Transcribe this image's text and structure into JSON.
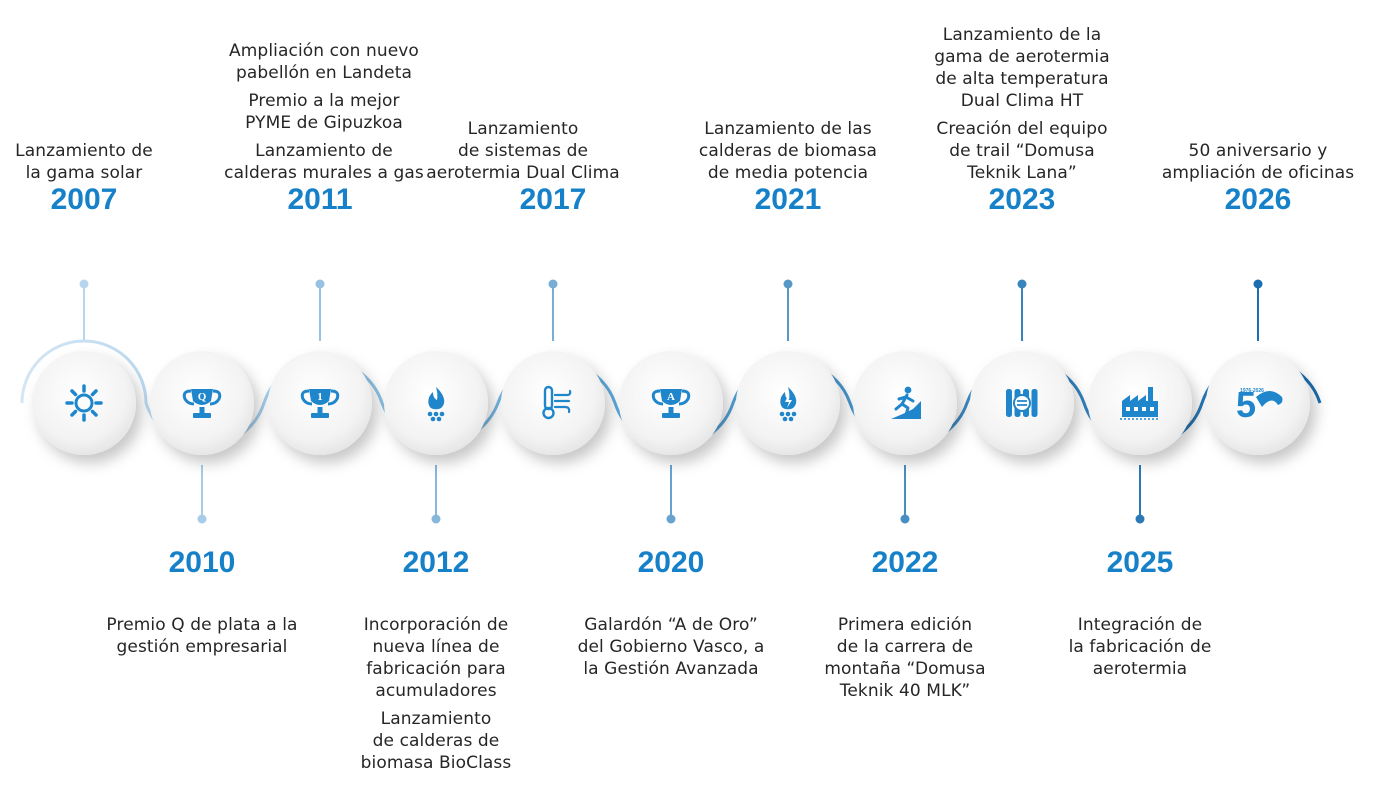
{
  "milestones": [
    {
      "year": "2007",
      "position": "top",
      "lines": [
        [
          "Lanzamiento de",
          "la gama solar"
        ]
      ],
      "icon": "sun-icon"
    },
    {
      "year": "2010",
      "position": "bottom",
      "lines": [
        [
          "Premio Q de plata a la",
          "gestión empresarial"
        ]
      ],
      "icon": "trophy-q-icon"
    },
    {
      "year": "2011",
      "position": "top",
      "lines": [
        [
          "Ampliación con nuevo",
          "pabellón en Landeta"
        ],
        [
          "Premio a la mejor",
          "PYME de Gipuzkoa"
        ],
        [
          "Lanzamiento de",
          "calderas murales a gas"
        ]
      ],
      "icon": "trophy-1-icon"
    },
    {
      "year": "2012",
      "position": "bottom",
      "lines": [
        [
          "Incorporación de",
          "nueva línea de",
          "fabricación para",
          "acumuladores"
        ],
        [
          "Lanzamiento",
          "de calderas de",
          "biomasa BioClass"
        ]
      ],
      "icon": "flame-icon"
    },
    {
      "year": "2017",
      "position": "top",
      "lines": [
        [
          "Lanzamiento",
          "de sistemas de",
          "aerotermia Dual Clima"
        ]
      ],
      "icon": "thermometer-wind-icon"
    },
    {
      "year": "2020",
      "position": "bottom",
      "lines": [
        [
          "Galardón “A de Oro”",
          "del Gobierno Vasco, a",
          "la Gestión Avanzada"
        ]
      ],
      "icon": "trophy-a-icon"
    },
    {
      "year": "2021",
      "position": "top",
      "lines": [
        [
          "Lanzamiento de las",
          "calderas de biomasa",
          "de media potencia"
        ]
      ],
      "icon": "biomass-flame-icon"
    },
    {
      "year": "2022",
      "position": "bottom",
      "lines": [
        [
          "Primera edición",
          "de la carrera de",
          "montaña “Domusa",
          "Teknik 40 MLK”"
        ]
      ],
      "icon": "runner-icon"
    },
    {
      "year": "2023",
      "position": "top",
      "lines": [
        [
          "Lanzamiento de la",
          "gama de aerotermia",
          "de alta temperatura",
          "Dual Clima HT"
        ],
        [
          "Creación del equipo",
          "de trail “Domusa",
          "Teknik Lana”"
        ]
      ],
      "icon": "radiator-icon"
    },
    {
      "year": "2025",
      "position": "bottom",
      "lines": [
        [
          "Integración de",
          "la fabricación de",
          "aerotermia"
        ]
      ],
      "icon": "factory-icon"
    },
    {
      "year": "2026",
      "position": "top",
      "lines": [
        [
          "50 aniversario y",
          "ampliación de oficinas"
        ]
      ],
      "icon": "fifty-anniversary-icon",
      "badge_text": "1976-2026"
    }
  ],
  "colors": {
    "year": "#1681c9",
    "line_light": "#b6d6ee",
    "line_dark": "#1a6fb0",
    "circle": "#f2f2f2",
    "icon": "#1f86cc"
  }
}
